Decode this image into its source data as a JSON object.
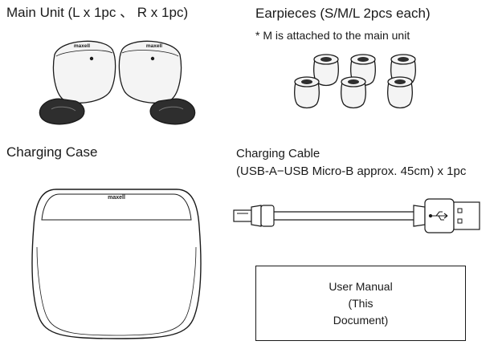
{
  "items": {
    "main_unit": {
      "title": "Main Unit (L x 1pc 、 R  x 1pc)",
      "brand": "maxell"
    },
    "earpieces": {
      "title": "Earpieces  (S/M/L 2pcs each)",
      "note": "* M is attached to the main unit"
    },
    "case": {
      "title": "Charging Case",
      "brand": "maxell"
    },
    "cable": {
      "title": "Charging Cable",
      "spec": "(USB-A−USB Micro-B approx. 45cm) x 1pc"
    },
    "manual": {
      "line1": "User Manual",
      "line2": "(This",
      "line3": "Document)"
    }
  },
  "colors": {
    "ink": "#1a1a1a",
    "earbud_dark": "#2e2e2e",
    "earbud_light": "#f4f4f4"
  }
}
